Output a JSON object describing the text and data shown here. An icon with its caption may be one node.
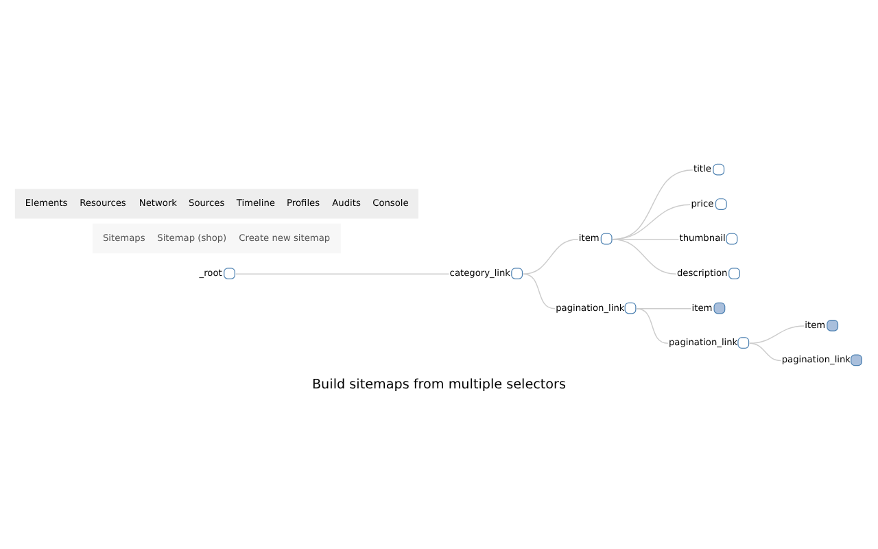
{
  "diagram": {
    "caption": "Build sitemaps from multiple selectors",
    "nodes": [
      {
        "text": [
          "_root"
        ]
      },
      {
        "text": [
          "category_link"
        ]
      },
      {
        "text": [
          "item"
        ]
      },
      {
        "text": [
          "title"
        ]
      },
      {
        "text": [
          "price"
        ]
      },
      {
        "text": [
          "thumbnail"
        ]
      },
      {
        "text": [
          "description"
        ]
      },
      {
        "text": [
          "pagination_link"
        ]
      },
      {
        "text": [
          "item"
        ]
      },
      {
        "text": [
          "pagination_link"
        ]
      },
      {
        "text": [
          "item"
        ]
      },
      {
        "text": [
          "pagination_link"
        ]
      }
    ],
    "edges": [
      {
        "from": 0,
        "to": 1,
        "arrow": "none"
      },
      {
        "from": 1,
        "to": 2,
        "arrow": "none"
      },
      {
        "from": 2,
        "to": 3,
        "arrow": "none"
      },
      {
        "from": 2,
        "to": 4,
        "arrow": "none"
      },
      {
        "from": 2,
        "to": 5,
        "arrow": "none"
      },
      {
        "from": 2,
        "to": 6,
        "arrow": "none"
      },
      {
        "from": 1,
        "to": 7,
        "arrow": "none"
      },
      {
        "from": 7,
        "to": 8,
        "arrow": "none"
      },
      {
        "from": 7,
        "to": 9,
        "arrow": "none"
      },
      {
        "from": 9,
        "to": 10,
        "arrow": "none"
      },
      {
        "from": 9,
        "to": 11,
        "arrow": "none"
      }
    ],
    "labels": [
      "Elements",
      "Resources",
      "Network",
      "Sources",
      "Timeline",
      "Profiles",
      "Audits",
      "Console",
      "Sitemaps",
      "Sitemap (shop)",
      "Create new sitemap"
    ]
  }
}
